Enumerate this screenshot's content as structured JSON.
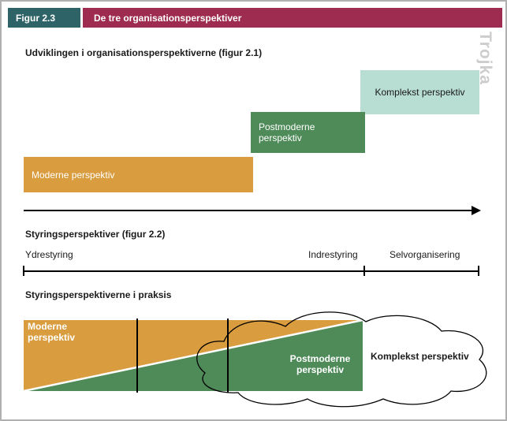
{
  "header": {
    "figure_label": "Figur 2.3",
    "title": "De tre organisationsperspektiver"
  },
  "watermark": "Trojka",
  "development": {
    "heading": "Udviklingen i organisationsperspektiverne (figur 2.1)",
    "boxes": [
      {
        "label": "Moderne perspektiv",
        "color": "#d99c3f"
      },
      {
        "label": "Postmoderne perspektiv",
        "color": "#4f8b59"
      },
      {
        "label": "Komplekst perspektiv",
        "color": "#b8ddd2"
      }
    ]
  },
  "steering": {
    "heading": "Styringsperspektiver (figur 2.2)",
    "labels": [
      "Ydrestyring",
      "Indrestyring",
      "Selvorganisering"
    ]
  },
  "practice": {
    "heading": "Styringsperspektiverne i praksis",
    "moderne_label": "Moderne perspektiv",
    "postmoderne_label": "Postmoderne perspektiv",
    "komplekst_label": "Komplekst perspektiv"
  },
  "colors": {
    "header_teal": "#2e6468",
    "header_maroon": "#9e2c50",
    "orange": "#d99c3f",
    "green": "#4f8b59",
    "mint": "#b8ddd2"
  }
}
